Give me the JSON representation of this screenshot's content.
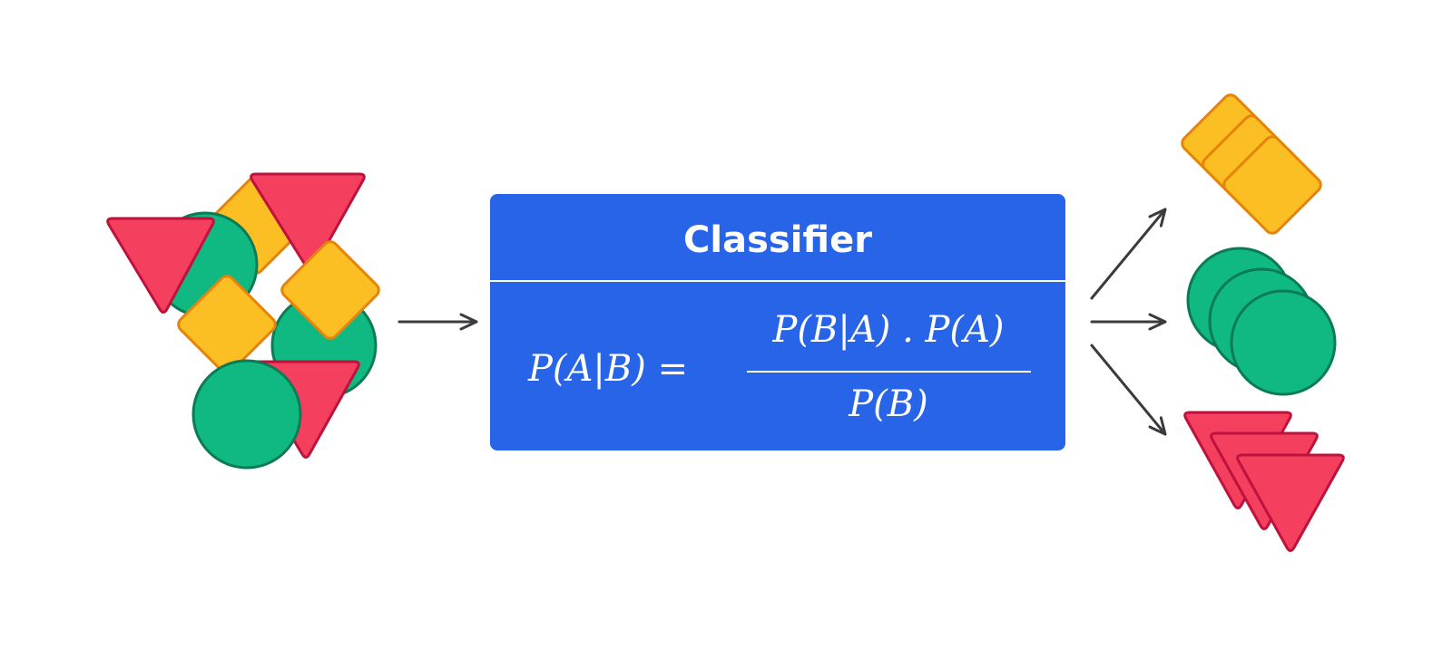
{
  "classifier": {
    "title": "Classifier",
    "formula": {
      "lhs": "P(A|B) =",
      "numerator": "P(B|A) . P(A)",
      "denominator": "P(B)"
    }
  },
  "colors": {
    "box": "#2764E7",
    "box_text": "#FFFFFF",
    "arrow": "#3A3A3F",
    "triangle_fill": "#F43F5E",
    "triangle_stroke": "#BE123C",
    "diamond_fill": "#FBBF24",
    "diamond_stroke": "#E5840D",
    "circle_fill": "#10B981",
    "circle_stroke": "#0A7A57"
  },
  "shapes": {
    "input_group": "mixed shapes",
    "output_groups": [
      "diamonds",
      "circles",
      "triangles"
    ]
  }
}
